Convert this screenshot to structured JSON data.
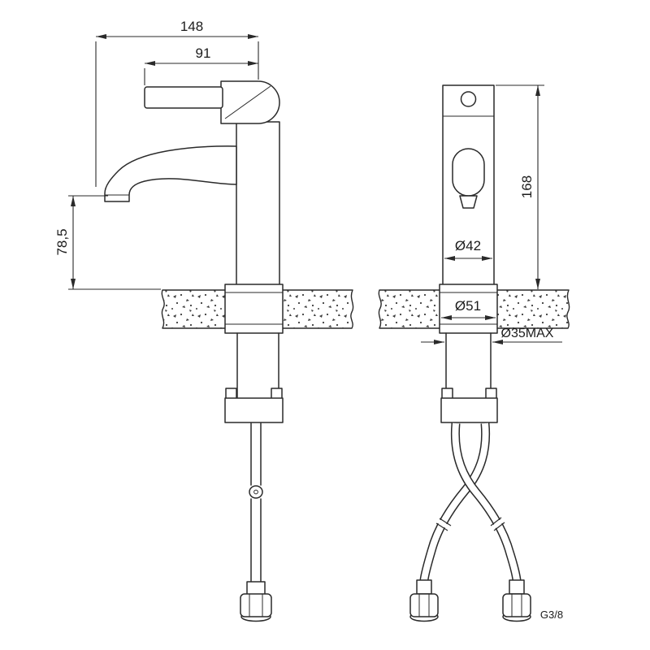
{
  "drawing": {
    "labels": {
      "total_width": "148",
      "spout_reach": "91",
      "spout_height": "78,5",
      "body_height": "168",
      "body_diameter": "Ø42",
      "flange_diameter": "Ø51",
      "max_hole": "Ø35MAX",
      "thread": "G3/8"
    },
    "colors": {
      "line": "#2a2a2a",
      "speckle": "#3c3c3c",
      "background": "#ffffff"
    }
  }
}
